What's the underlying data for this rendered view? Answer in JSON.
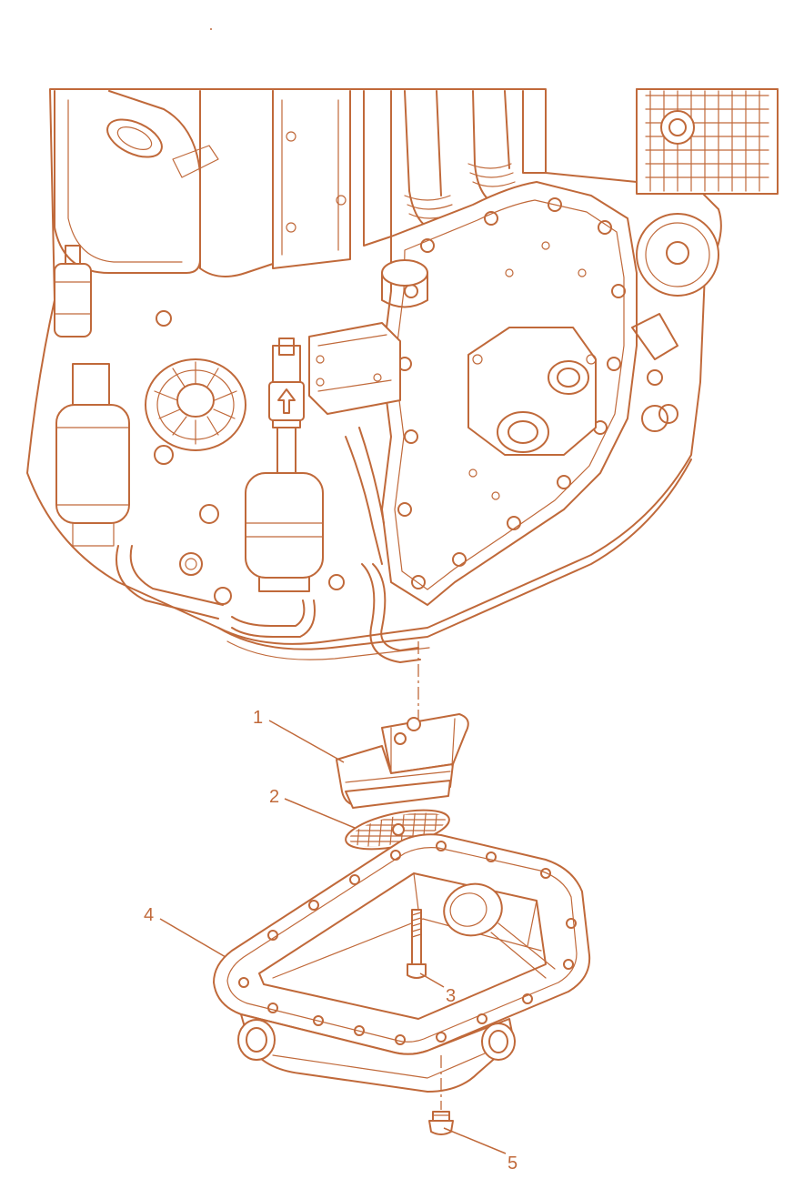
{
  "colors": {
    "line": "#c0693a"
  },
  "callouts": [
    {
      "id": "1",
      "label": "1"
    },
    {
      "id": "2",
      "label": "2"
    },
    {
      "id": "3",
      "label": "3"
    },
    {
      "id": "4",
      "label": "4"
    },
    {
      "id": "5",
      "label": "5"
    }
  ]
}
